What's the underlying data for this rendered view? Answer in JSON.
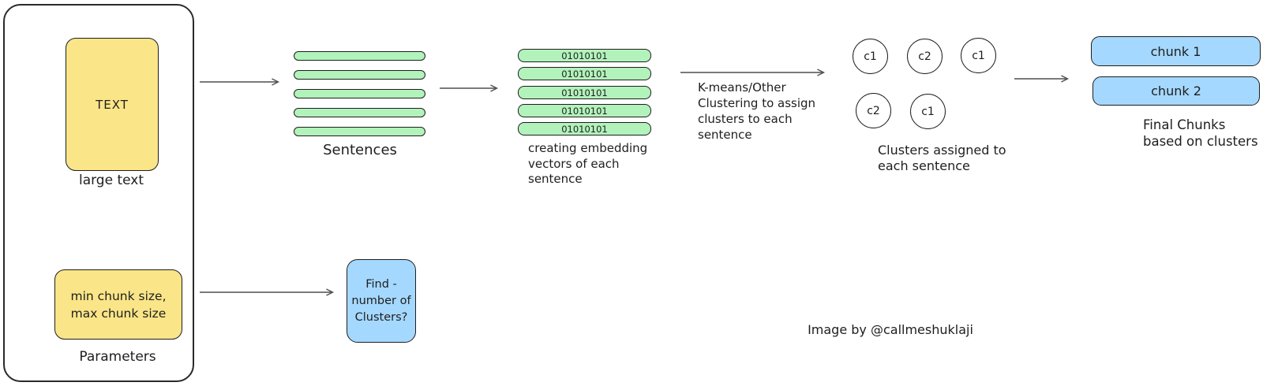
{
  "colors": {
    "yellow_fill": "#fae588",
    "green_fill": "#b2f2bb",
    "blue_fill": "#a5d8ff",
    "stroke": "#1e1e1e",
    "arrow": "#4f4f4f",
    "background": "#ffffff"
  },
  "panel": {
    "text_box_label": "TEXT",
    "text_box_caption": "large text",
    "params_box_label": "min chunk size,\nmax chunk size",
    "params_box_caption": "Parameters"
  },
  "sentences": {
    "caption": "Sentences",
    "bar_count": 5
  },
  "embeddings": {
    "vectors": [
      "01010101",
      "01010101",
      "01010101",
      "01010101",
      "01010101"
    ],
    "caption": "creating embedding\nvectors of each\nsentence"
  },
  "clustering": {
    "arrow_label": "K-means/Other\nClustering to assign\nclusters to each\nsentence"
  },
  "clusters": {
    "items": [
      "c1",
      "c2",
      "c1",
      "c2",
      "c1"
    ],
    "caption": "Clusters assigned to\neach sentence"
  },
  "chunks": {
    "items": [
      "chunk 1",
      "chunk 2"
    ],
    "caption": "Final Chunks\nbased on clusters"
  },
  "find_box": {
    "label": "Find -\nnumber of\nClusters?"
  },
  "attribution": "Image by @callmeshuklaji"
}
